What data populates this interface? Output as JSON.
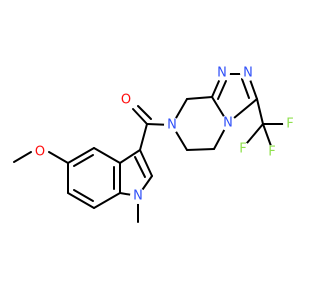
{
  "colors": {
    "bond": "#000000",
    "oxygen": "#ff0d0d",
    "nitrogen": "#3050f8",
    "fluorine": "#90e050"
  },
  "atoms": {
    "carbonyl_o": "O",
    "methoxy_o": "O",
    "amide_n": "N",
    "indole_n": "N",
    "triazole_n1": "N",
    "triazole_n2": "N",
    "triazole_n4": "N",
    "f1": "F",
    "f2": "F",
    "f3": "F"
  }
}
